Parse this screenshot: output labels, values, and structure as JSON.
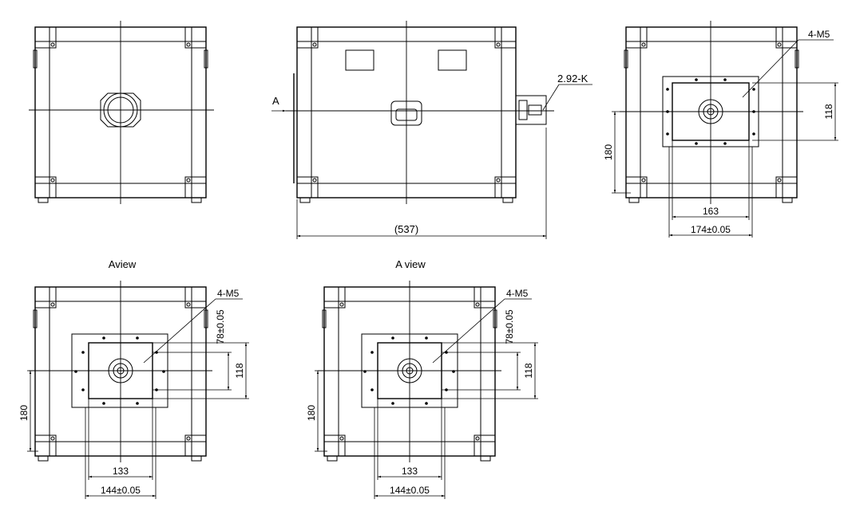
{
  "views": {
    "front": {
      "label": ""
    },
    "side": {
      "arrow_label": "A",
      "connector_label": "2.92-K",
      "overall_length": "(537)"
    },
    "rear": {
      "hole_label": "4-M5",
      "height_dim": "118",
      "offset_dim": "180",
      "width_inner": "163",
      "width_outer": "174±0.05"
    },
    "a_view_1": {
      "title": "Aview",
      "hole_label": "4-M5",
      "pitch_dim": "78±0.05",
      "height_dim": "118",
      "offset_dim": "180",
      "width_inner": "133",
      "width_outer": "144±0.05"
    },
    "a_view_2": {
      "title": "A  view",
      "hole_label": "4-M5",
      "pitch_dim": "78±0.05",
      "height_dim": "118",
      "offset_dim": "180",
      "width_inner": "133",
      "width_outer": "144±0.05"
    }
  }
}
